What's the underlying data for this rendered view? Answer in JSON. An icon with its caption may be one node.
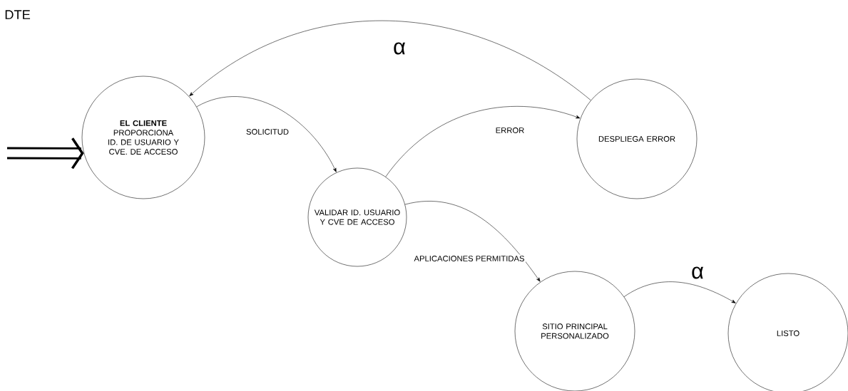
{
  "diagram": {
    "title": "DTE",
    "nodes": [
      {
        "text": [
          "EL CLIENTE",
          "PROPORCIONA ID. DE USUARIO Y CVE. DE ACCESO"
        ]
      },
      {
        "text": [
          "VALIDAR ID. USUARIO Y CVE DE ACCESO"
        ]
      },
      {
        "text": [
          "DESPLIEGA ERROR"
        ]
      },
      {
        "text": [
          "SITIO PRINCIPAL PERSONALIZADO"
        ]
      },
      {
        "text": [
          "LISTO"
        ]
      }
    ],
    "edges": [
      {
        "from": null,
        "to": 0,
        "arrow": "to",
        "style": "thick"
      },
      {
        "from": 0,
        "to": 1,
        "arrow": "to",
        "label": "SOLICITUD"
      },
      {
        "from": 1,
        "to": 2,
        "arrow": "to",
        "label": "ERROR"
      },
      {
        "from": 2,
        "to": 0,
        "arrow": "to",
        "label": "α"
      },
      {
        "from": 1,
        "to": 3,
        "arrow": "to",
        "label": "APLICACIONES PERMITIDAS"
      },
      {
        "from": 3,
        "to": 4,
        "arrow": "to",
        "label": "α"
      }
    ]
  }
}
